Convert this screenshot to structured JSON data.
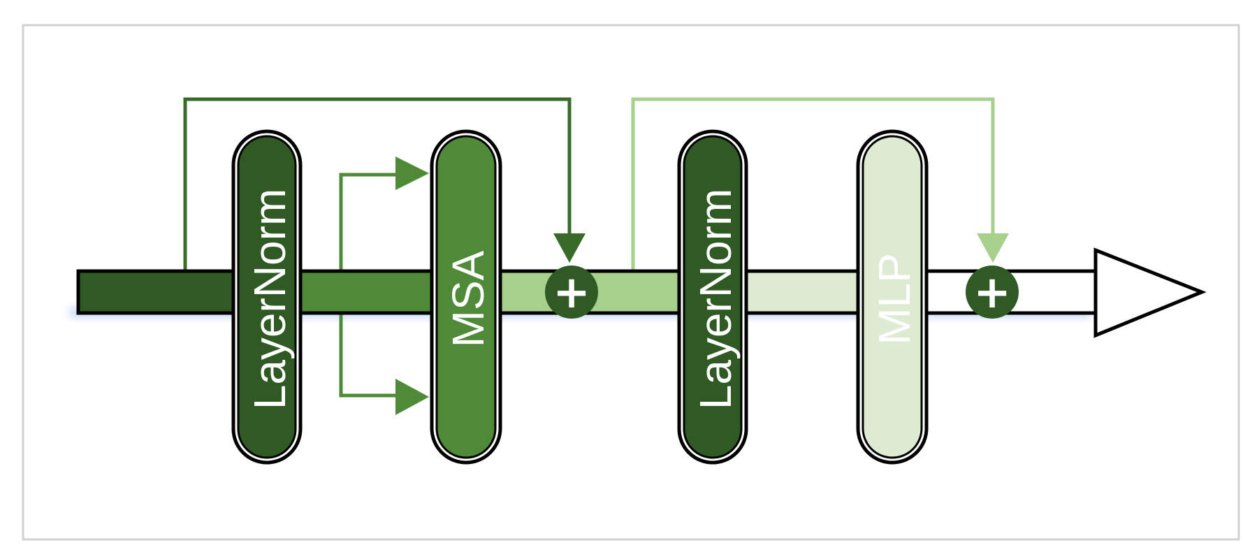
{
  "diagram": {
    "blocks": [
      {
        "id": "layernorm-1",
        "label": "LayerNorm",
        "fill": "#2f5a23",
        "text_color": "#ffffff"
      },
      {
        "id": "msa",
        "label": "MSA",
        "fill": "#4f8a38",
        "text_color": "#ffffff"
      },
      {
        "id": "layernorm-2",
        "label": "LayerNorm",
        "fill": "#2f5a23",
        "text_color": "#ffffff"
      },
      {
        "id": "mlp",
        "label": "MLP",
        "fill": "#dcebd2",
        "text_color": "#ffffff"
      }
    ],
    "adders": [
      {
        "id": "add-1",
        "symbol": "+",
        "fill": "#2f5a23"
      },
      {
        "id": "add-2",
        "symbol": "+",
        "fill": "#2f5a23"
      }
    ],
    "colors": {
      "stream_input": "#2f5a23",
      "stream_after_norm1": "#4f8a38",
      "stream_after_msa": "#a8d08d",
      "stream_after_norm2": "#dcebd2",
      "stream_output": "#ffffff",
      "residual_1": "#386b2a",
      "residual_2": "#a8d08d",
      "msa_input_arrows": "#4f8a38",
      "outline": "#000000",
      "frame": "#d0d0d0"
    }
  }
}
